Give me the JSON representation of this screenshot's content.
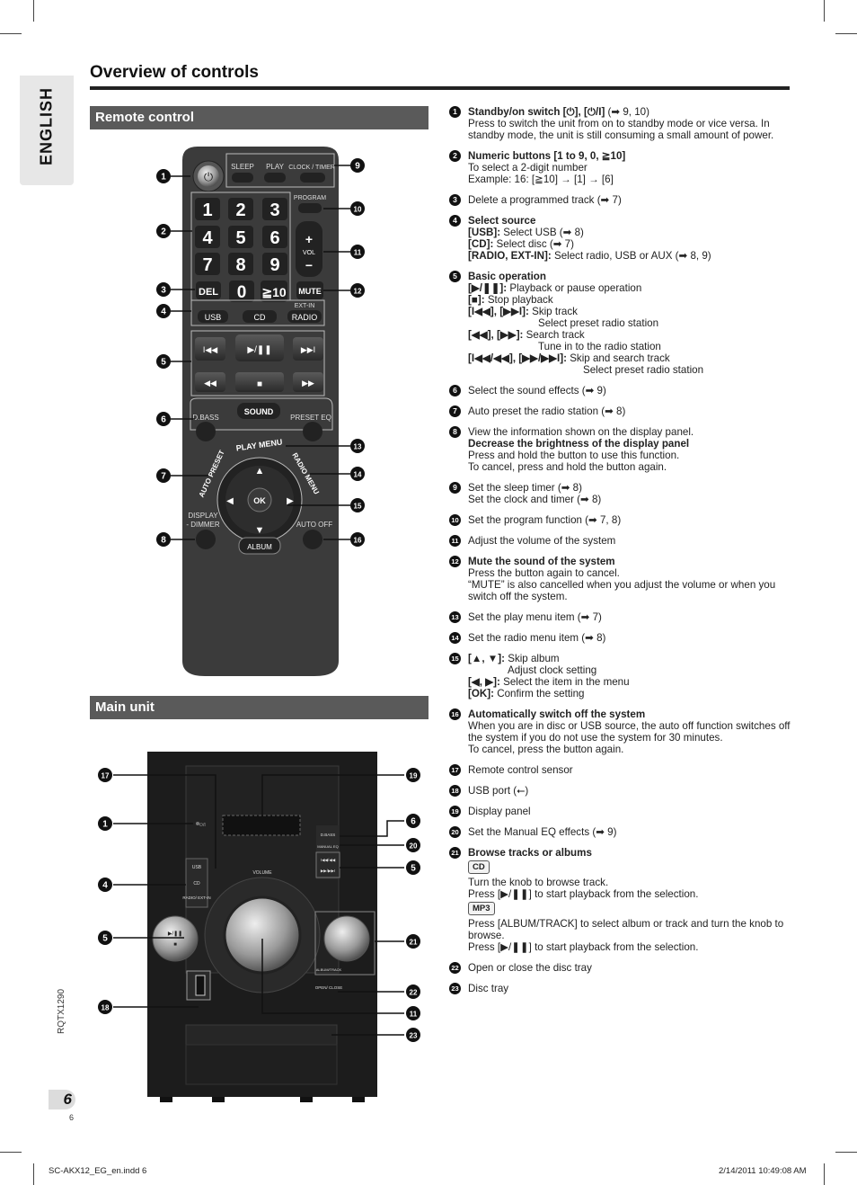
{
  "header": {
    "language_tab": "ENGLISH",
    "title": "Overview of controls",
    "section_remote": "Remote control",
    "section_main": "Main unit"
  },
  "remote": {
    "sleep": "SLEEP",
    "play": "PLAY",
    "clock_timer": "CLOCK / TIMER",
    "program": "PROGRAM",
    "digits": [
      "1",
      "2",
      "3",
      "4",
      "5",
      "6",
      "7",
      "8",
      "9"
    ],
    "zero": "0",
    "ge10": "≧10",
    "del": "DEL",
    "mute": "MUTE",
    "vol": "VOL",
    "ext_in": "EXT-IN",
    "usb": "USB",
    "cd": "CD",
    "radio": "RADIO",
    "dbass": "D.BASS",
    "sound": "SOUND",
    "preset_eq": "PRESET EQ",
    "play_menu": "PLAY MENU",
    "radio_menu": "RADIO MENU",
    "auto_preset": "AUTO PRESET",
    "ok": "OK",
    "display": "DISPLAY",
    "dimmer": "- DIMMER",
    "auto_off": "AUTO OFF",
    "album": "ALBUM"
  },
  "unit": {
    "volume": "VOLUME",
    "usb": "USB",
    "cd": "CD",
    "radio_extin": "RADIO/ EXT-IN",
    "dbass": "D.BASS",
    "manual_eq": "MANUAL EQ",
    "open_close": "OPEN/ CLOSE",
    "album_track": "ALBUM/TRACK"
  },
  "callouts_remote_left": [
    "1",
    "2",
    "3",
    "4",
    "5",
    "6",
    "7",
    "8"
  ],
  "callouts_remote_right": [
    "9",
    "10",
    "11",
    "12",
    "13",
    "14",
    "15",
    "16"
  ],
  "callouts_unit_left": [
    "17",
    "1",
    "4",
    "5",
    "18"
  ],
  "callouts_unit_right": [
    "19",
    "6",
    "20",
    "5",
    "21",
    "22",
    "11",
    "23"
  ],
  "descriptions": [
    {
      "n": "1",
      "lines": [
        {
          "b": "Standby/on switch [⏻], [⏻/I]",
          "t": " (➡ 9, 10)"
        },
        {
          "t": "Press to switch the unit from on to standby mode or vice versa. In standby mode, the unit is still consuming a small amount of power."
        }
      ]
    },
    {
      "n": "2",
      "lines": [
        {
          "b": "Numeric buttons [1 to 9, 0, ≧10]"
        },
        {
          "t": "To select a 2-digit number"
        },
        {
          "t": "Example: 16: [≧10] → [1] → [6]"
        }
      ]
    },
    {
      "n": "3",
      "lines": [
        {
          "t": "Delete a programmed track (➡ 7)"
        }
      ]
    },
    {
      "n": "4",
      "lines": [
        {
          "b": "Select source"
        },
        {
          "b": "[USB]:",
          "t": " Select USB (➡ 8)"
        },
        {
          "b": "[CD]:",
          "t": " Select disc (➡ 7)"
        },
        {
          "b": "[RADIO, EXT-IN]:",
          "t": " Select radio, USB or AUX (➡ 8, 9)"
        }
      ]
    },
    {
      "n": "5",
      "lines": [
        {
          "b": "Basic operation"
        },
        {
          "b": "[▶/❚❚]:",
          "t": " Playback or pause operation"
        },
        {
          "b": "[■]:",
          "t": " Stop playback"
        },
        {
          "b": "[I◀◀], [▶▶I]:",
          "t": " Skip track"
        },
        {
          "t": "Select preset radio station",
          "c": "ind2"
        },
        {
          "b": "[◀◀], [▶▶]:",
          "t": " Search track"
        },
        {
          "t": "Tune in to the radio station",
          "c": "ind2"
        },
        {
          "b": "[I◀◀/◀◀], [▶▶/▶▶I]:",
          "t": " Skip and search track"
        },
        {
          "t": "Select preset radio station",
          "c": "ind3"
        }
      ]
    },
    {
      "n": "6",
      "lines": [
        {
          "t": "Select the sound effects (➡ 9)"
        }
      ]
    },
    {
      "n": "7",
      "lines": [
        {
          "t": "Auto preset the radio station (➡ 8)"
        }
      ]
    },
    {
      "n": "8",
      "lines": [
        {
          "t": "View the information shown on the display panel."
        },
        {
          "b": "Decrease the brightness of the display panel"
        },
        {
          "t": "Press and hold the button to use this function."
        },
        {
          "t": "To cancel, press and hold the button again."
        }
      ]
    },
    {
      "n": "9",
      "lines": [
        {
          "t": "Set the sleep timer (➡ 8)"
        },
        {
          "t": "Set the clock and timer (➡ 8)"
        }
      ]
    },
    {
      "n": "10",
      "lines": [
        {
          "t": "Set the program function (➡ 7, 8)"
        }
      ]
    },
    {
      "n": "11",
      "lines": [
        {
          "t": "Adjust the volume of the system"
        }
      ]
    },
    {
      "n": "12",
      "lines": [
        {
          "b": "Mute the sound of the system"
        },
        {
          "t": "Press the button again to cancel."
        },
        {
          "t": "“MUTE” is also cancelled when you adjust the volume or when you switch off the system."
        }
      ]
    },
    {
      "n": "13",
      "lines": [
        {
          "t": "Set the play menu item (➡ 7)"
        }
      ]
    },
    {
      "n": "14",
      "lines": [
        {
          "t": "Set the radio menu item (➡ 8)"
        }
      ]
    },
    {
      "n": "15",
      "lines": [
        {
          "b": "[▲, ▼]:",
          "t": " Skip album"
        },
        {
          "t": "Adjust clock setting",
          "c": "ind4"
        },
        {
          "b": "[◀, ▶]:",
          "t": " Select the item in the menu"
        },
        {
          "b": "[OK]:",
          "t": " Confirm the setting"
        }
      ]
    },
    {
      "n": "16",
      "lines": [
        {
          "b": "Automatically switch off the system"
        },
        {
          "t": "When you are in disc or USB source, the auto off function switches off the system if you do not use the system for 30 minutes."
        },
        {
          "t": "To cancel, press the button again."
        }
      ]
    },
    {
      "n": "17",
      "lines": [
        {
          "t": "Remote control sensor"
        }
      ]
    },
    {
      "n": "18",
      "lines": [
        {
          "t": "USB port (⭠)"
        }
      ]
    },
    {
      "n": "19",
      "lines": [
        {
          "t": "Display panel"
        }
      ]
    },
    {
      "n": "20",
      "lines": [
        {
          "t": "Set the Manual EQ effects (➡ 9)"
        }
      ]
    },
    {
      "n": "21",
      "lines": [
        {
          "b": "Browse tracks or albums"
        },
        {
          "tag": "CD"
        },
        {
          "t": "Turn the knob to browse track."
        },
        {
          "t": "Press [▶/❚❚] to start playback from the selection."
        },
        {
          "tag": "MP3"
        },
        {
          "t": "Press [ALBUM/TRACK] to select album or track and turn the knob to browse."
        },
        {
          "t": "Press [▶/❚❚] to start playback from the selection."
        }
      ]
    },
    {
      "n": "22",
      "lines": [
        {
          "t": "Open or close the disc tray"
        }
      ]
    },
    {
      "n": "23",
      "lines": [
        {
          "t": "Disc tray"
        }
      ]
    }
  ],
  "footer": {
    "model_code": "RQTX1290",
    "page_big": "6",
    "page_small": "6",
    "file": "SC-AKX12_EG_en.indd   6",
    "timestamp": "2/14/2011   10:49:08 AM"
  }
}
